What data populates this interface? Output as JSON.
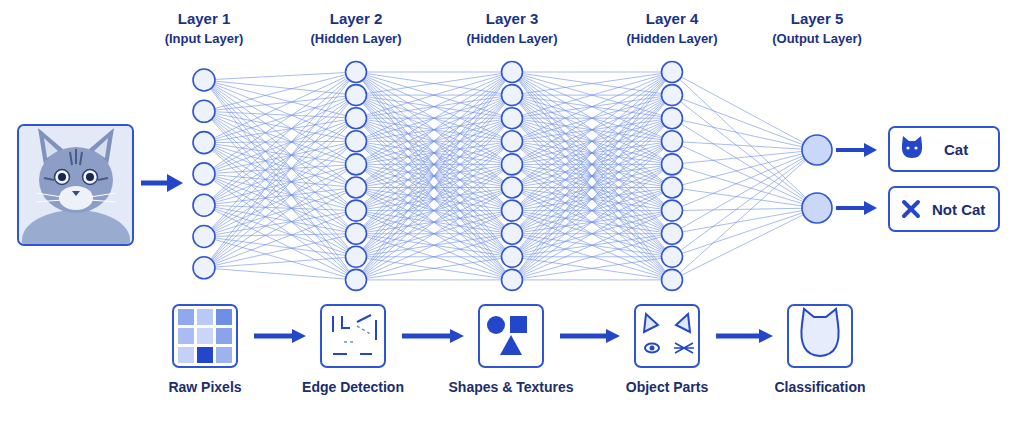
{
  "diagram": {
    "nodes": [
      {
        "text": [
          "Cat"
        ]
      },
      {
        "text": [
          "Not Cat"
        ]
      },
      {
        "text": [
          "Raw Pixels"
        ]
      },
      {
        "text": [
          "Edge Detection"
        ]
      },
      {
        "text": [
          "Shapes & Textures"
        ]
      },
      {
        "text": [
          "Object Parts"
        ]
      },
      {
        "text": [
          "Classification"
        ]
      }
    ],
    "edges": [
      {
        "from": 2,
        "to": 3,
        "arrow": "to"
      },
      {
        "from": 3,
        "to": 4,
        "arrow": "to"
      },
      {
        "from": 4,
        "to": 5,
        "arrow": "to"
      },
      {
        "from": 5,
        "to": 6,
        "arrow": "to"
      }
    ],
    "labels": [
      "Layer 1",
      "(Input Layer)",
      "Layer 2",
      "(Hidden Layer)",
      "Layer 3",
      "(Hidden Layer)",
      "Layer 4",
      "(Hidden Layer)",
      "Layer 5",
      "(Output Layer)"
    ]
  }
}
